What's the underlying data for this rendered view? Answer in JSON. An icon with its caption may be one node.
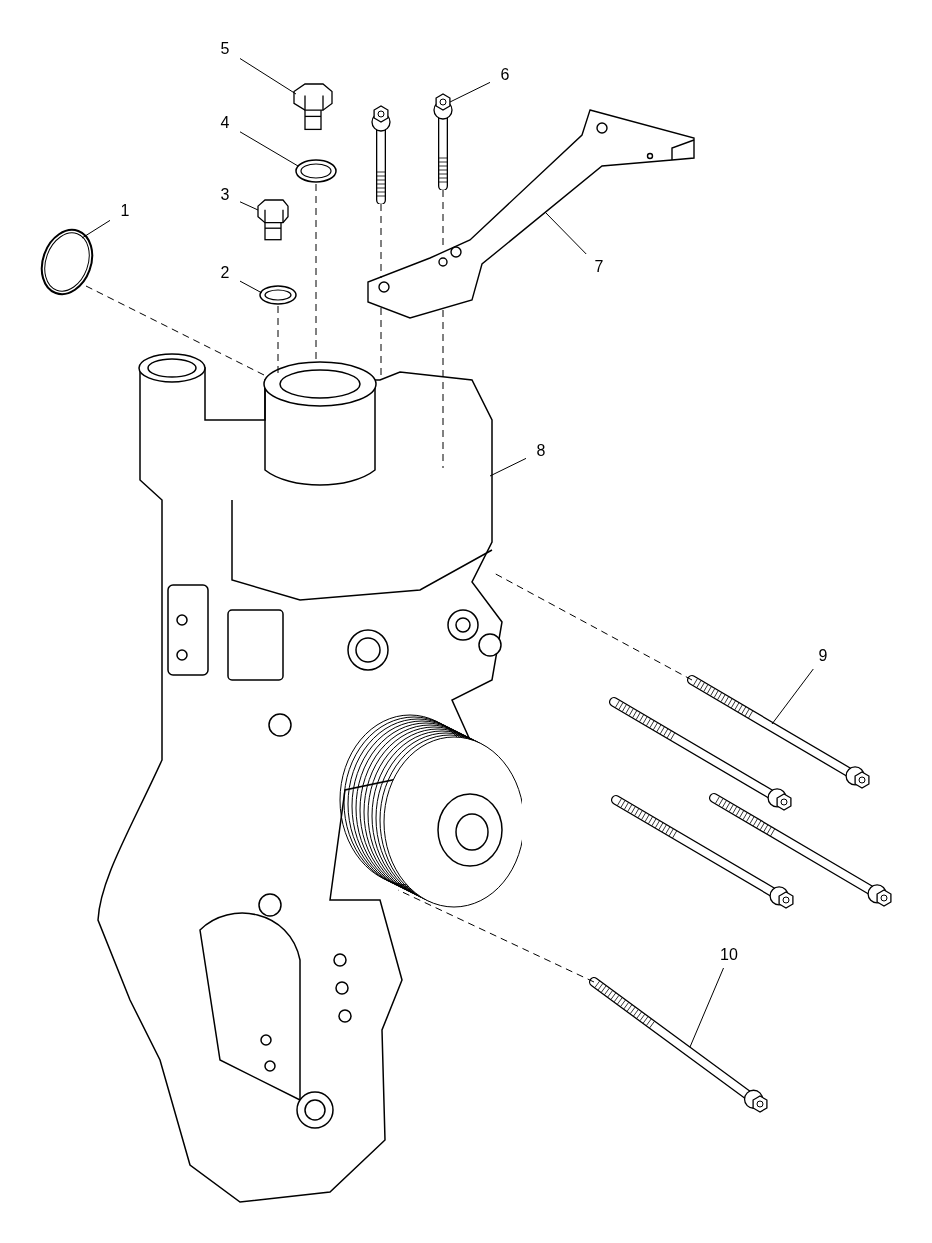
{
  "diagram": {
    "nodes": [
      {
        "text": [
          "1"
        ]
      },
      {
        "text": [
          "2"
        ]
      },
      {
        "text": [
          "3"
        ]
      },
      {
        "text": [
          "4"
        ]
      },
      {
        "text": [
          "5"
        ]
      },
      {
        "text": [
          "6"
        ]
      },
      {
        "text": [
          "7"
        ]
      },
      {
        "text": [
          "8"
        ]
      },
      {
        "text": [
          "9"
        ]
      },
      {
        "text": [
          "10"
        ]
      },
      {
        "text": [],
        "shape": "picture"
      },
      {
        "text": [],
        "shape": "picture"
      },
      {
        "text": [],
        "shape": "picture"
      },
      {
        "text": [],
        "shape": "picture"
      },
      {
        "text": [],
        "shape": "picture"
      },
      {
        "text": [],
        "shape": "picture"
      },
      {
        "text": [],
        "shape": "picture"
      },
      {
        "text": [],
        "shape": "picture"
      },
      {
        "text": [],
        "shape": "picture"
      },
      {
        "text": [],
        "shape": "picture"
      },
      {
        "text": [],
        "shape": "picture"
      },
      {
        "text": [],
        "shape": "picture"
      },
      {
        "text": [],
        "shape": "picture"
      },
      {
        "text": [],
        "shape": "picture"
      }
    ],
    "edges": [
      {
        "from": 0,
        "to": 10,
        "arrow": "none"
      },
      {
        "from": 1,
        "to": 11,
        "arrow": "none"
      },
      {
        "from": 2,
        "to": 12,
        "arrow": "none"
      },
      {
        "from": 3,
        "to": 13,
        "arrow": "none"
      },
      {
        "from": 4,
        "to": 14,
        "arrow": "none"
      },
      {
        "from": 5,
        "to": 15,
        "arrow": "none"
      },
      {
        "from": 6,
        "to": 16,
        "arrow": "none"
      },
      {
        "from": 7,
        "to": 17,
        "arrow": "none"
      },
      {
        "from": 8,
        "to": 18,
        "arrow": "none"
      },
      {
        "from": 9,
        "to": 19,
        "arrow": "none"
      },
      {
        "from": 10,
        "to": 17,
        "arrow": "none",
        "style": "dashed"
      },
      {
        "from": 11,
        "to": 17,
        "arrow": "none",
        "style": "dashed"
      },
      {
        "from": 13,
        "to": 17,
        "arrow": "none",
        "style": "dashed"
      },
      {
        "from": 15,
        "to": 16,
        "arrow": "none",
        "style": "dashed"
      },
      {
        "from": 16,
        "to": 17,
        "arrow": "none",
        "style": "dashed"
      },
      {
        "from": 20,
        "to": 16,
        "arrow": "none",
        "style": "dashed"
      },
      {
        "from": 16,
        "to": 17,
        "arrow": "none",
        "style": "dashed"
      },
      {
        "from": 18,
        "to": 17,
        "arrow": "none",
        "style": "dashed"
      },
      {
        "from": 19,
        "to": 17,
        "arrow": "none",
        "style": "dashed"
      }
    ]
  }
}
